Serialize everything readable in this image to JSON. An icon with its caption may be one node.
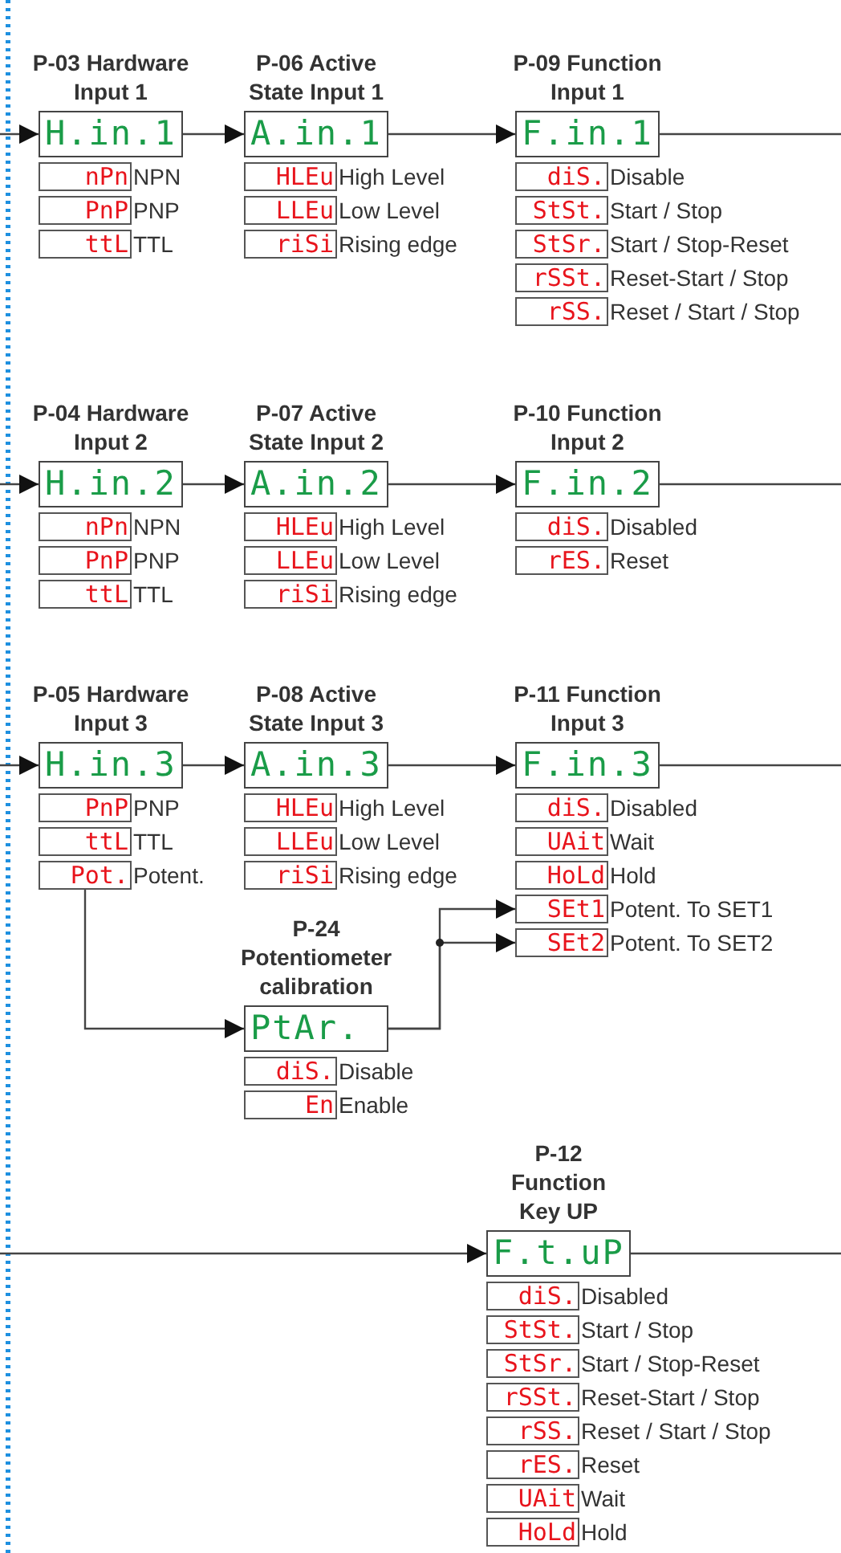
{
  "diagram": {
    "nodes": [
      {
        "text": [
          "P-03 Hardware Input 1",
          "H.in.1"
        ]
      },
      {
        "text": [
          "nPn"
        ],
        "beside": [
          "NPN"
        ]
      },
      {
        "text": [
          "PnP"
        ],
        "beside": [
          "PNP"
        ]
      },
      {
        "text": [
          "ttL"
        ],
        "beside": [
          "TTL"
        ]
      },
      {
        "text": [
          "P-06 Active State Input 1",
          "A.in.1"
        ]
      },
      {
        "text": [
          "HLEu"
        ],
        "beside": [
          "High Level"
        ]
      },
      {
        "text": [
          "LLEu"
        ],
        "beside": [
          "Low Level"
        ]
      },
      {
        "text": [
          "riSi"
        ],
        "beside": [
          "Rising edge"
        ]
      },
      {
        "text": [
          "P-09 Function Input 1",
          "F.in.1"
        ]
      },
      {
        "text": [
          "diS."
        ],
        "beside": [
          "Disable"
        ]
      },
      {
        "text": [
          "StSt."
        ],
        "beside": [
          "Start / Stop"
        ]
      },
      {
        "text": [
          "StSr."
        ],
        "beside": [
          "Start / Stop-Reset"
        ]
      },
      {
        "text": [
          "rSSt."
        ],
        "beside": [
          "Reset-Start / Stop"
        ]
      },
      {
        "text": [
          "rSS."
        ],
        "beside": [
          "Reset / Start / Stop"
        ]
      },
      {
        "text": [
          "P-04 Hardware Input 2",
          "H.in.2"
        ]
      },
      {
        "text": [
          "nPn"
        ],
        "beside": [
          "NPN"
        ]
      },
      {
        "text": [
          "PnP"
        ],
        "beside": [
          "PNP"
        ]
      },
      {
        "text": [
          "ttL"
        ],
        "beside": [
          "TTL"
        ]
      },
      {
        "text": [
          "P-07 Active State Input 2",
          "A.in.2"
        ]
      },
      {
        "text": [
          "HLEu"
        ],
        "beside": [
          "High Level"
        ]
      },
      {
        "text": [
          "LLEu"
        ],
        "beside": [
          "Low Level"
        ]
      },
      {
        "text": [
          "riSi"
        ],
        "beside": [
          "Rising edge"
        ]
      },
      {
        "text": [
          "P-10 Function Input 2",
          "F.in.2"
        ]
      },
      {
        "text": [
          "diS."
        ],
        "beside": [
          "Disabled"
        ]
      },
      {
        "text": [
          "rES."
        ],
        "beside": [
          "Reset"
        ]
      },
      {
        "text": [
          "P-05 Hardware Input 3",
          "H.in.3"
        ]
      },
      {
        "text": [
          "PnP"
        ],
        "beside": [
          "PNP"
        ]
      },
      {
        "text": [
          "ttL"
        ],
        "beside": [
          "TTL"
        ]
      },
      {
        "text": [
          "Pot."
        ],
        "beside": [
          "Potent."
        ]
      },
      {
        "text": [
          "P-08 Active State Input 3",
          "A.in.3"
        ]
      },
      {
        "text": [
          "HLEu"
        ],
        "beside": [
          "High Level"
        ]
      },
      {
        "text": [
          "LLEu"
        ],
        "beside": [
          "Low Level"
        ]
      },
      {
        "text": [
          "riSi"
        ],
        "beside": [
          "Rising edge"
        ]
      },
      {
        "text": [
          "P-11 Function Input 3",
          "F.in.3"
        ]
      },
      {
        "text": [
          "diS."
        ],
        "beside": [
          "Disabled"
        ]
      },
      {
        "text": [
          "UAit"
        ],
        "beside": [
          "Wait"
        ]
      },
      {
        "text": [
          "HoLd"
        ],
        "beside": [
          "Hold"
        ]
      },
      {
        "text": [
          "SEt1"
        ],
        "beside": [
          "Potent. To SET1"
        ]
      },
      {
        "text": [
          "SEt2"
        ],
        "beside": [
          "Potent. To SET2"
        ]
      },
      {
        "text": [
          "P-24 Potentiometer calibration",
          "PtAr."
        ]
      },
      {
        "text": [
          "diS."
        ],
        "beside": [
          "Disable"
        ]
      },
      {
        "text": [
          "En"
        ],
        "beside": [
          "Enable"
        ]
      },
      {
        "text": [
          "P-12 Function Key UP",
          "F.t.uP"
        ]
      },
      {
        "text": [
          "diS."
        ],
        "beside": [
          "Disabled"
        ]
      },
      {
        "text": [
          "StSt."
        ],
        "beside": [
          "Start / Stop"
        ]
      },
      {
        "text": [
          "StSr."
        ],
        "beside": [
          "Start / Stop-Reset"
        ]
      },
      {
        "text": [
          "rSSt."
        ],
        "beside": [
          "Reset-Start / Stop"
        ]
      },
      {
        "text": [
          "rSS."
        ],
        "beside": [
          "Reset / Start / Stop"
        ]
      },
      {
        "text": [
          "rES."
        ],
        "beside": [
          "Reset"
        ]
      },
      {
        "text": [
          "UAit"
        ],
        "beside": [
          "Wait"
        ]
      },
      {
        "text": [
          "HoLd"
        ],
        "beside": [
          "Hold"
        ]
      }
    ],
    "edges": [
      {
        "from": null,
        "to": 0,
        "arrow": "to"
      },
      {
        "from": 0,
        "to": 4,
        "arrow": "to"
      },
      {
        "from": 4,
        "to": 8,
        "arrow": "to"
      },
      {
        "from": 8,
        "to": null,
        "arrow": "none"
      },
      {
        "from": null,
        "to": 14,
        "arrow": "to"
      },
      {
        "from": 14,
        "to": 18,
        "arrow": "to"
      },
      {
        "from": 18,
        "to": 22,
        "arrow": "to"
      },
      {
        "from": 22,
        "to": null,
        "arrow": "none"
      },
      {
        "from": null,
        "to": 25,
        "arrow": "to"
      },
      {
        "from": 25,
        "to": 29,
        "arrow": "to"
      },
      {
        "from": 29,
        "to": 33,
        "arrow": "to"
      },
      {
        "from": 33,
        "to": null,
        "arrow": "none"
      },
      {
        "from": 28,
        "to": 39,
        "arrow": "to"
      },
      {
        "from": 39,
        "to": 37,
        "arrow": "to"
      },
      {
        "from": 39,
        "to": 38,
        "arrow": "to"
      },
      {
        "from": null,
        "to": 42,
        "arrow": "to"
      },
      {
        "from": 42,
        "to": null,
        "arrow": "none"
      }
    ]
  }
}
